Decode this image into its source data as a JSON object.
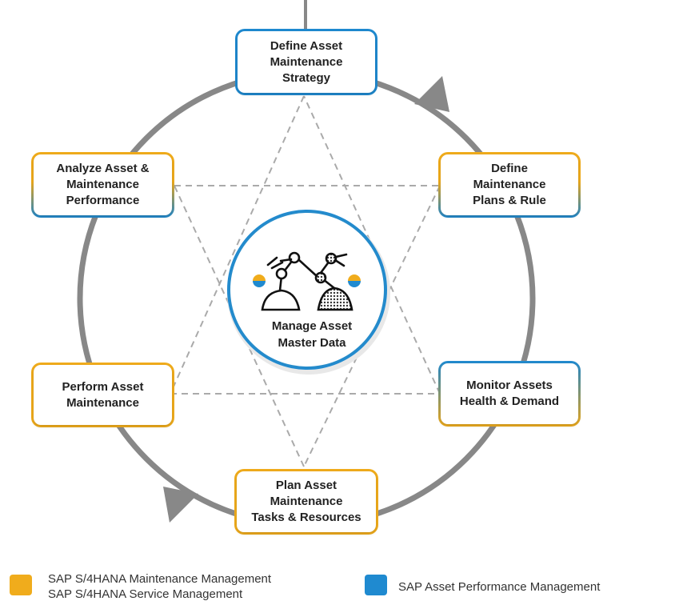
{
  "colors": {
    "maintenance": "#f0ac1c",
    "performance": "#1f8ad0",
    "cycle_ring": "#888888",
    "connector": "#aaaaaa"
  },
  "nodes": {
    "define_strategy": "Define Asset\nMaintenance\nStrategy",
    "define_plans": "Define\nMaintenance\nPlans & Rule",
    "monitor_health": "Monitor Assets\nHealth & Demand",
    "plan_tasks": "Plan Asset\nMaintenance\nTasks & Resources",
    "perform_maintenance": "Perform Asset\nMaintenance",
    "analyze_performance": "Analyze Asset  &\nMaintenance\nPerformance"
  },
  "center": {
    "label": "Manage Asset\nMaster Data",
    "icon": "robotic-arms-icon"
  },
  "legend": {
    "maintenance_line1": "SAP S/4HANA Maintenance Management",
    "maintenance_line2": "SAP S/4HANA Service Management",
    "performance": "SAP Asset Performance Management"
  }
}
